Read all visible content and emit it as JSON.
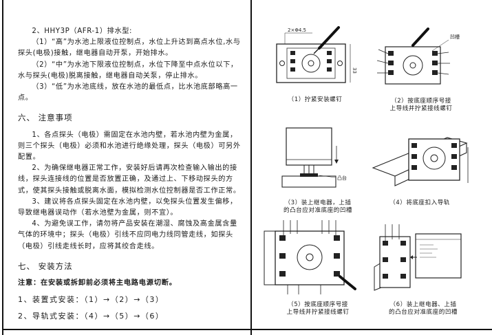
{
  "left": {
    "paragraphs": [
      "2、HHY3P（AFR-1）排水型:",
      "（1）“高”为水池上限液位控制点，水位上升达到高点水位,水与探头(电极)接触，继电器自动开泵，开始排水。",
      "（2）“中”为水池下限液位控制点，水位下降至中点水位以下，水与探头(电极)脱离接触，继电器自动关泵，停止排水。",
      "（3）“低”为水池底线，放在水池的最低点，比水池底部略高一点。"
    ],
    "section6": {
      "title": "六、 注意事项",
      "items": [
        "1、各点探头（电极）需固定在水池内壁，若水池内壁为金属，则三个探头（电极）必须和水池进行绝缘处理，探头（电极）可另外配置。",
        "2、为确保继电器正常工作，安装好后请再次检查输入输出的接线，探头连接线的位置是否放置正确，及通过上、下移动探头的方式，使其探头接触或脱离水面，模拟检测水位控制器是否工作正常。",
        "3、建议将各点探头固定在水池内壁，以免探头位置发生偏移，导致继电器误动作（若水池壁为金属，则不宜）。",
        "4、为避免误工作，请勿将产品安装在潮湿、腐蚀及高金属含量气体的环境中；探头（电极）引线不应同电力线同管走线，如探头（电极）引线走线长时，应将其绞合走线。"
      ]
    },
    "section7": {
      "title": "七、 安装方法",
      "warning": "注意：在安装或拆卸前必须将主电路电源切断。",
      "steps": [
        "1、装置式安装：（1）→（2）→（3）",
        "2、导轨式安装：（4）→（5）→（6）"
      ]
    }
  },
  "figures": {
    "fig1": {
      "caption": [
        "（1）拧紧安装螺钉"
      ],
      "dim_top": "2×Φ4.5",
      "dim_side": "33"
    },
    "fig2": {
      "caption": [
        "（2）按底座顺序号接",
        "上导线并拧紧接线螺钉"
      ],
      "label": "凹槽"
    },
    "fig3": {
      "caption": [
        "（3）装上继电器，上插",
        "的凸台应对准底座的凹槽"
      ],
      "label": "凸台"
    },
    "fig4": {
      "caption": [
        "（4）将底座扣入导轨"
      ]
    },
    "fig5": {
      "caption": [
        "（5）按底座顺序号接",
        "上导线并拧紧接线螺钉"
      ]
    },
    "fig6": {
      "caption": [
        "（6）装上继电器、上插",
        "的凸台应对准底座的凹槽"
      ]
    }
  }
}
